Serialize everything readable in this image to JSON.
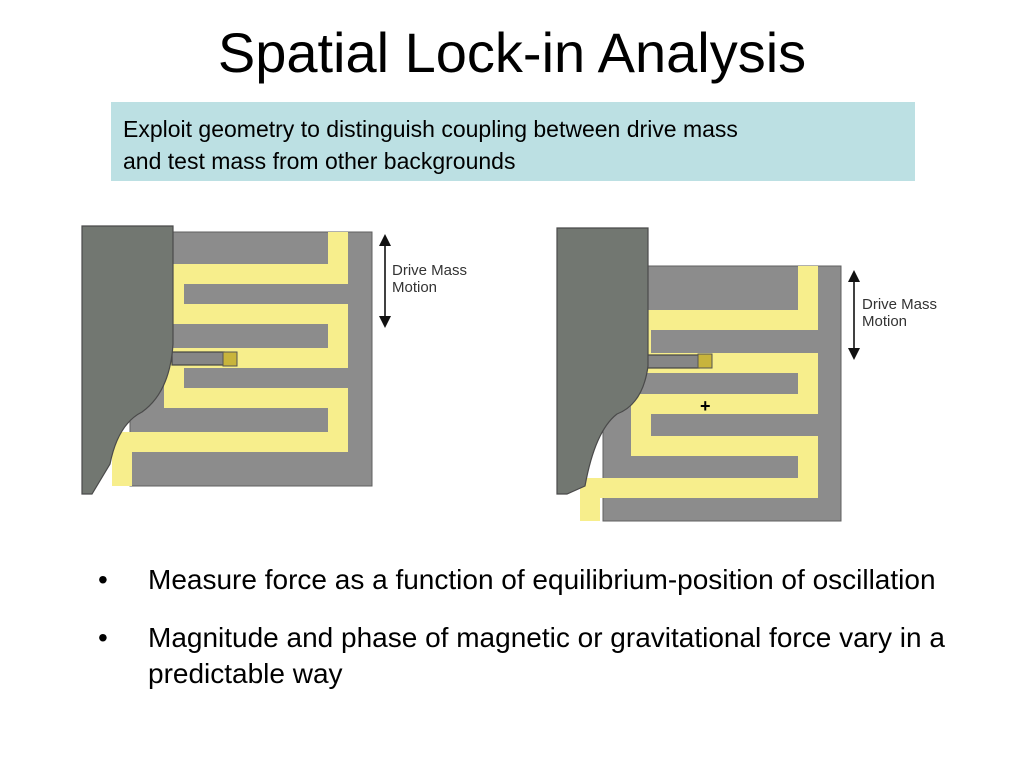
{
  "slide": {
    "title": "Spatial Lock-in Analysis",
    "callout": {
      "line1": "Exploit geometry to distinguish coupling between drive mass",
      "line2": "and test mass from other backgrounds"
    },
    "diagrams": {
      "left": {
        "label_line1": "Drive Mass",
        "label_line2": "Motion"
      },
      "right": {
        "label_line1": "Drive Mass",
        "label_line2": "Motion",
        "marker": "+"
      }
    },
    "bullets": [
      "Measure force as a function of equilibrium-position of oscillation",
      "Magnitude and phase of magnetic or gravitational force vary in a predictable way"
    ]
  },
  "colors": {
    "callout_bg": "#bce0e3",
    "mass_gray": "#8c8c8c",
    "coil_yellow": "#f7ee8c",
    "drive_mass_dark": "#727771",
    "probe_olive": "#c8b43c"
  }
}
